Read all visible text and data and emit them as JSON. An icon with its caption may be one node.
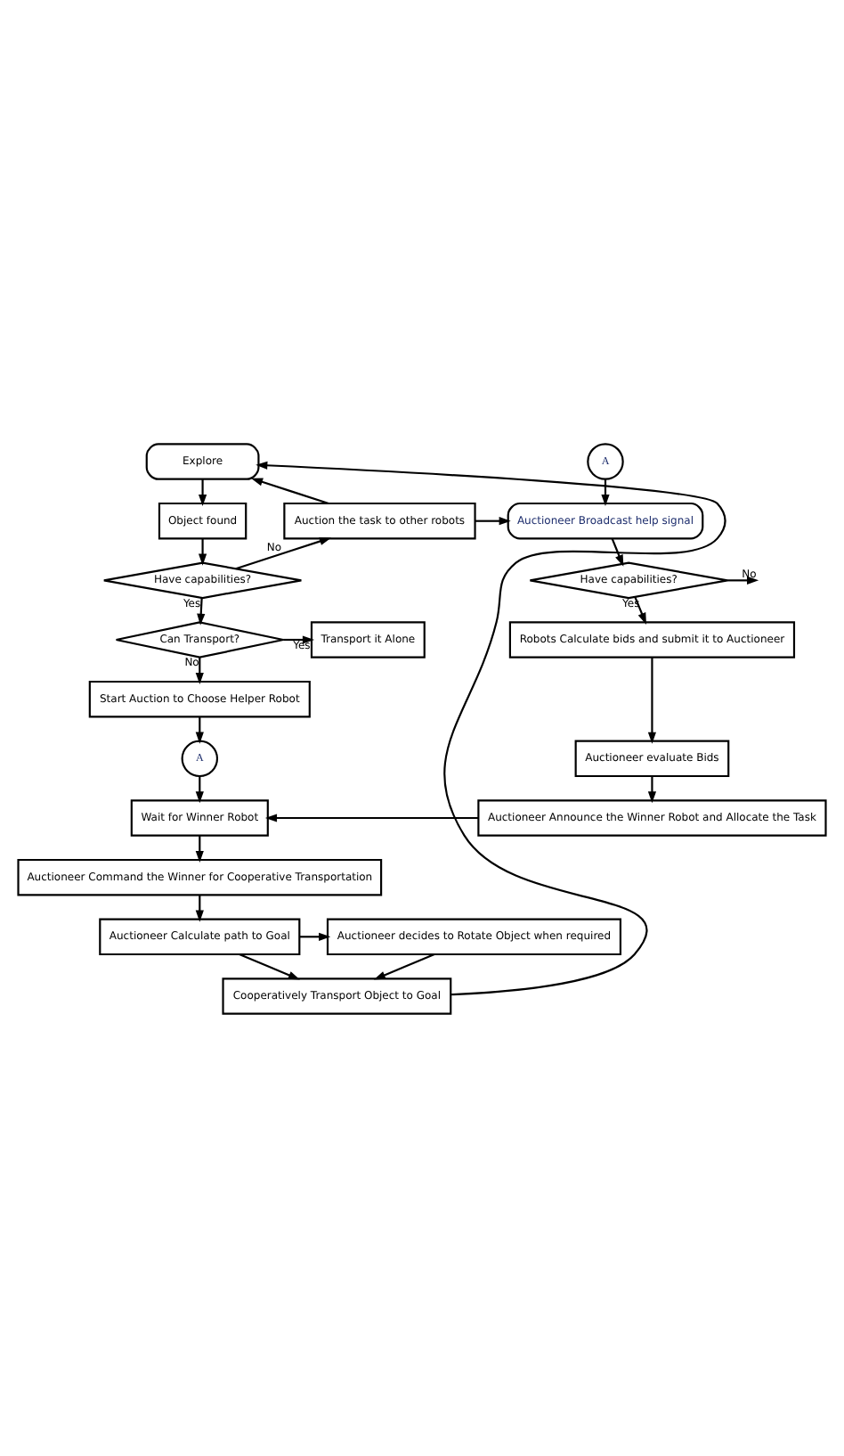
{
  "diagram": {
    "nodes": [
      {
        "text": [
          "Explore"
        ]
      },
      {
        "text": [
          "Object found"
        ]
      },
      {
        "text": [
          "Have capabilities?"
        ]
      },
      {
        "text": [
          "Auction the task to other robots"
        ]
      },
      {
        "text": [
          "Can Transport?"
        ]
      },
      {
        "text": [
          "Transport it Alone"
        ]
      },
      {
        "text": [
          "Start Auction to Choose Helper Robot"
        ]
      },
      {
        "text": [
          "A"
        ]
      },
      {
        "text": [
          "Wait for Winner Robot"
        ]
      },
      {
        "text": [
          "Auctioneer Command the Winner for Cooperative Transportation"
        ]
      },
      {
        "text": [
          "Auctioneer Calculate path to Goal"
        ]
      },
      {
        "text": [
          "Auctioneer decides to Rotate Object when required"
        ]
      },
      {
        "text": [
          "Cooperatively Transport Object to Goal"
        ]
      },
      {
        "text": [
          "A"
        ]
      },
      {
        "text": [
          "Auctioneer Broadcast help signal"
        ]
      },
      {
        "text": [
          "Have capabilities?"
        ]
      },
      {
        "text": [
          "Robots Calculate bids and submit it to Auctioneer"
        ]
      },
      {
        "text": [
          "Auctioneer evaluate Bids"
        ]
      },
      {
        "text": [
          "Auctioneer Announce the Winner Robot and Allocate the Task"
        ]
      }
    ],
    "edges": [
      {
        "from": 0,
        "to": 1,
        "arrow": "to"
      },
      {
        "from": 1,
        "to": 2,
        "arrow": "to"
      },
      {
        "from": 2,
        "to": 3,
        "label": "No",
        "arrow": "to"
      },
      {
        "from": 3,
        "to": 0,
        "arrow": "to"
      },
      {
        "from": 3,
        "to": 14,
        "arrow": "to"
      },
      {
        "from": 2,
        "to": 4,
        "label": "Yes",
        "arrow": "to"
      },
      {
        "from": 4,
        "to": 5,
        "label": "Yes",
        "arrow": "to"
      },
      {
        "from": 4,
        "to": 6,
        "label": "No",
        "arrow": "to"
      },
      {
        "from": 6,
        "to": 7,
        "arrow": "to"
      },
      {
        "from": 7,
        "to": 8,
        "arrow": "to"
      },
      {
        "from": 8,
        "to": 9,
        "arrow": "to"
      },
      {
        "from": 9,
        "to": 10,
        "arrow": "to"
      },
      {
        "from": 10,
        "to": 11,
        "arrow": "to"
      },
      {
        "from": 10,
        "to": 12,
        "arrow": "to"
      },
      {
        "from": 11,
        "to": 12,
        "arrow": "to"
      },
      {
        "from": 12,
        "to": 0,
        "arrow": "to"
      },
      {
        "from": 13,
        "to": 14,
        "arrow": "to"
      },
      {
        "from": 14,
        "to": 15,
        "arrow": "to"
      },
      {
        "from": 15,
        "to": null,
        "label": "No",
        "arrow": "to"
      },
      {
        "from": 15,
        "to": 16,
        "label": "Yes",
        "arrow": "to"
      },
      {
        "from": 16,
        "to": 17,
        "arrow": "to"
      },
      {
        "from": 17,
        "to": 18,
        "arrow": "to"
      },
      {
        "from": 18,
        "to": 8,
        "arrow": "to"
      }
    ]
  }
}
